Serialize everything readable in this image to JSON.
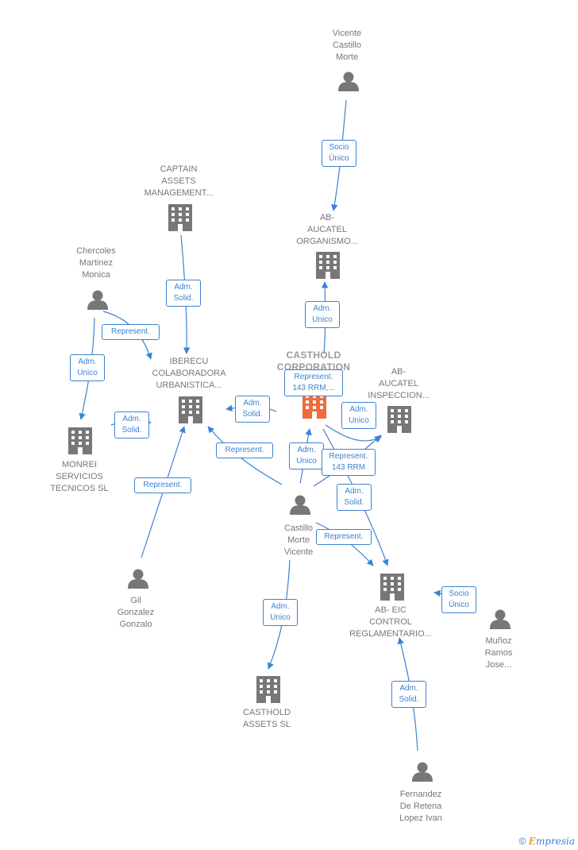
{
  "nodes": {
    "vicente_castillo": "Vicente\nCastillo\nMorte",
    "captain_assets": "CAPTAIN\nASSETS\nMANAGEMENT...",
    "ab_aucatel_org": "AB-\nAUCATEL\nORGANISMO...",
    "chercoles": "Chercoles\nMartinez\nMonica",
    "iberecu": "IBERECU\nCOLABORADORA\nURBANISTICA...",
    "casthold_corp": "CASTHOLD\nCORPORATION",
    "ab_aucatel_insp": "AB-\nAUCATEL\nINSPECCION...",
    "monrei": "MONREI\nSERVICIOS\nTECNICOS  SL",
    "castillo_morte": "Castillo\nMorte\nVicente",
    "gil_gonzalez": "Gil\nGonzalez\nGonzalo",
    "ab_eic": "AB- EIC\nCONTROL\nREGLAMENTARIO...",
    "munoz_ramos": "Muñoz\nRamos\nJose...",
    "casthold_assets": "CASTHOLD\nASSETS  SL",
    "fernandez": "Fernandez\nDe Retena\nLopez Ivan"
  },
  "edges": {
    "socio_unico_1": "Socio\nÚnico",
    "adm_solid_captain": "Adm.\nSolid.",
    "adm_unico_aucatel": "Adm.\nUnico",
    "represent_chercoles": "Represent.",
    "adm_unico_chercoles": "Adm.\nUnico",
    "represent_143_casthold": "Represent.\n143 RRM,...",
    "adm_solid_iberecu": "Adm.\nSolid.",
    "adm_unico_insp": "Adm.\nUnico",
    "adm_solid_monrei": "Adm.\nSolid.",
    "represent_iberecu": "Represent.",
    "adm_unico_casthold": "Adm.\nUnico",
    "represent_143_insp": "Represent.\n143 RRM",
    "represent_gil": "Represent.",
    "adm_solid_eic": "Adm.\nSolid.",
    "represent_eic": "Represent.",
    "socio_unico_eic": "Socio\nÚnico",
    "adm_unico_assets": "Adm.\nUnico",
    "adm_solid_fernandez": "Adm.\nSolid."
  },
  "footer": {
    "copyright": "©",
    "brand_e": "E",
    "brand_rest": "mpresia"
  },
  "colors": {
    "edge": "#3d82d1",
    "node": "#777777",
    "highlight": "#f26b3a"
  }
}
